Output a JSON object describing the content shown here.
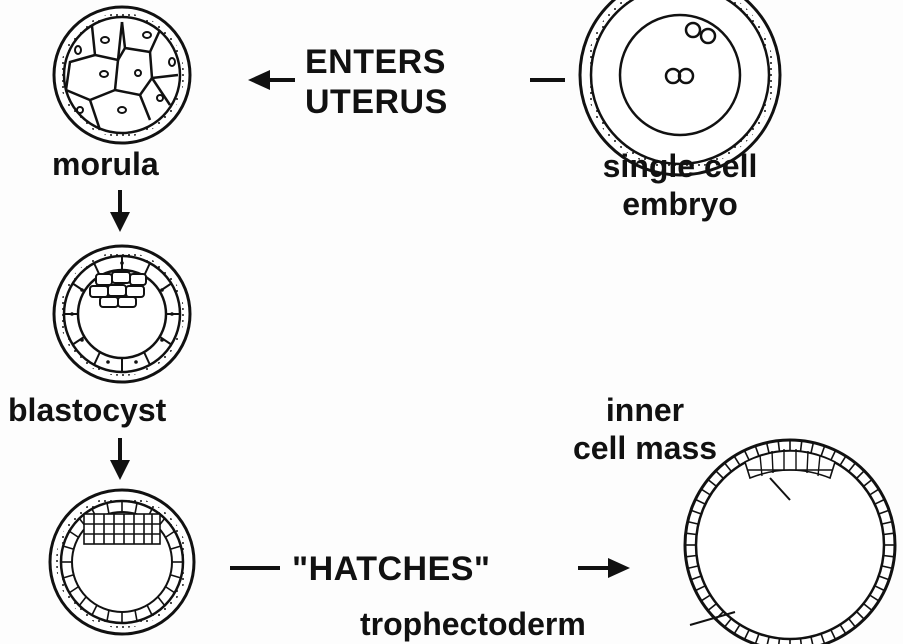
{
  "labels": {
    "enters_line1": "ENTERS",
    "enters_line2": "UTERUS",
    "morula": "morula",
    "single_cell_line1": "single cell",
    "single_cell_line2": "embryo",
    "blastocyst": "blastocyst",
    "inner_cell_mass_line1": "inner",
    "inner_cell_mass_line2": "cell mass",
    "hatches": "\"HATCHES\"",
    "trophectoderm": "trophectoderm"
  },
  "colors": {
    "ink": "#111111",
    "background": "#fdfdfd"
  }
}
